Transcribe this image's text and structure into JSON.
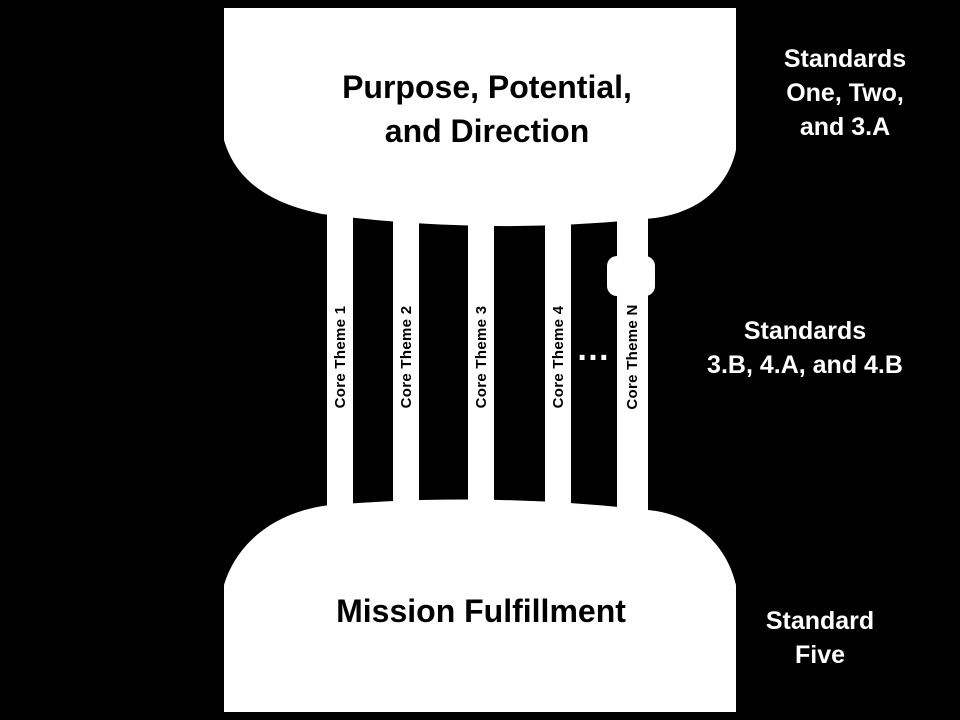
{
  "colors": {
    "background": "#000000",
    "foreground": "#ffffff",
    "shape_text": "#000000"
  },
  "top_block": {
    "line1": "Purpose, Potential,",
    "line2": "and Direction"
  },
  "bottom_block": {
    "title": "Mission Fulfillment"
  },
  "pillars": [
    {
      "label": "Core Theme  1"
    },
    {
      "label": "Core Theme  2"
    },
    {
      "label": "Core Theme  3"
    },
    {
      "label": "Core Theme  4"
    },
    {
      "label": "Core Theme  N"
    }
  ],
  "ellipsis": "…",
  "side_labels": {
    "top": [
      "Standards",
      "One, Two,",
      "and 3.A"
    ],
    "middle": [
      "Standards",
      "3.B, 4.A, and 4.B"
    ],
    "bottom": [
      "Standard",
      "Five"
    ]
  }
}
